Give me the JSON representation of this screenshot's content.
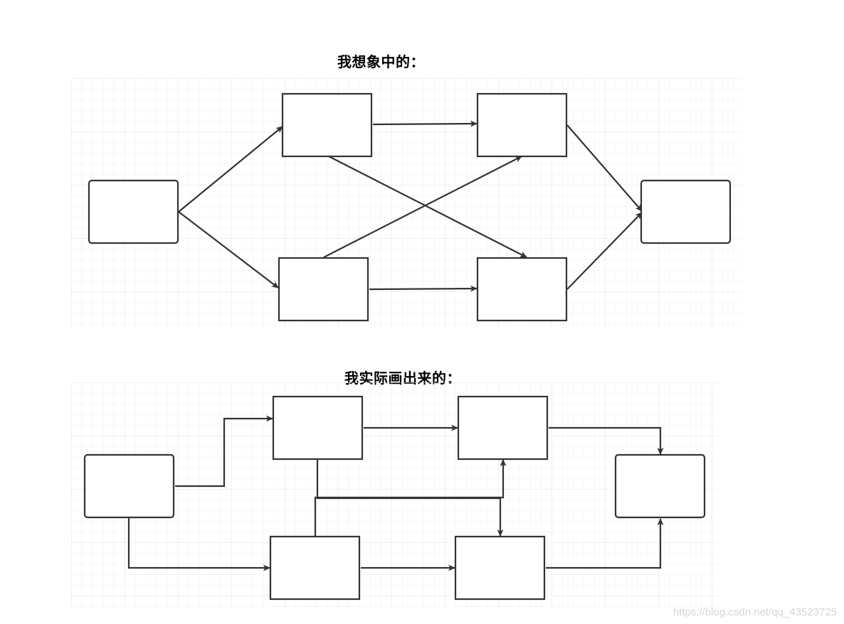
{
  "diagram_ideal": {
    "title": "我想象中的："
  },
  "diagram_actual": {
    "title": "我实际画出来的："
  },
  "watermark": "https://blog.csdn.net/qq_43523725",
  "colors": {
    "stroke": "#333333",
    "grid_minor": "#efefef",
    "grid_major": "#e2e2e2",
    "background": "#ffffff"
  }
}
